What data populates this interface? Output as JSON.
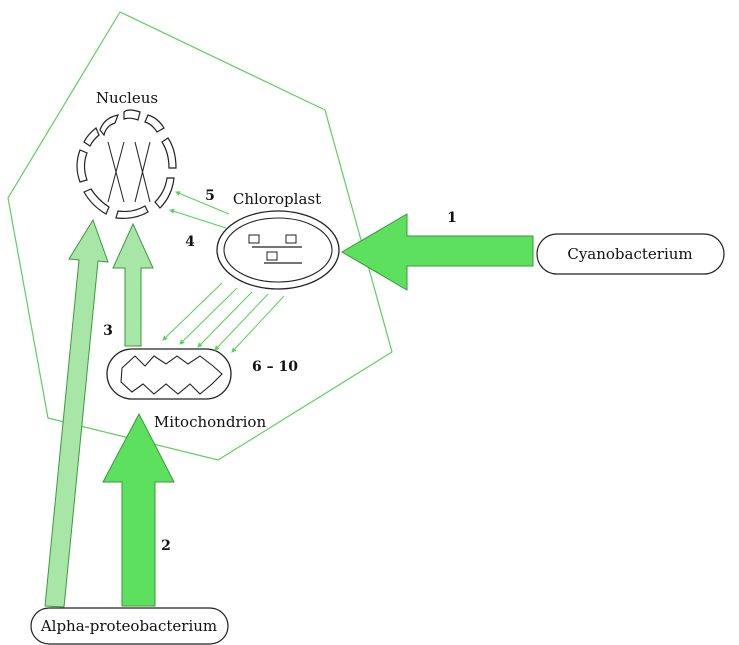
{
  "labels": {
    "nucleus": "Nucleus",
    "chloroplast": "Chloroplast",
    "mitochondrion": "Mitochondrion",
    "cyanobacterium": "Cyanobacterium",
    "alpha_proteobacterium": "Alpha-proteobacterium"
  },
  "steps": {
    "s1": "1",
    "s2": "2",
    "s3": "3",
    "s4": "4",
    "s5": "5",
    "s6_10": "6 – 10"
  },
  "colors": {
    "cell_outline": "#5fcf5f",
    "arrow_bright": "#5de05d",
    "arrow_light": "#a8e6a8",
    "arrow_stroke": "#3a9a3a",
    "small_arrow": "#55d455",
    "organelle_stroke": "#222222"
  }
}
